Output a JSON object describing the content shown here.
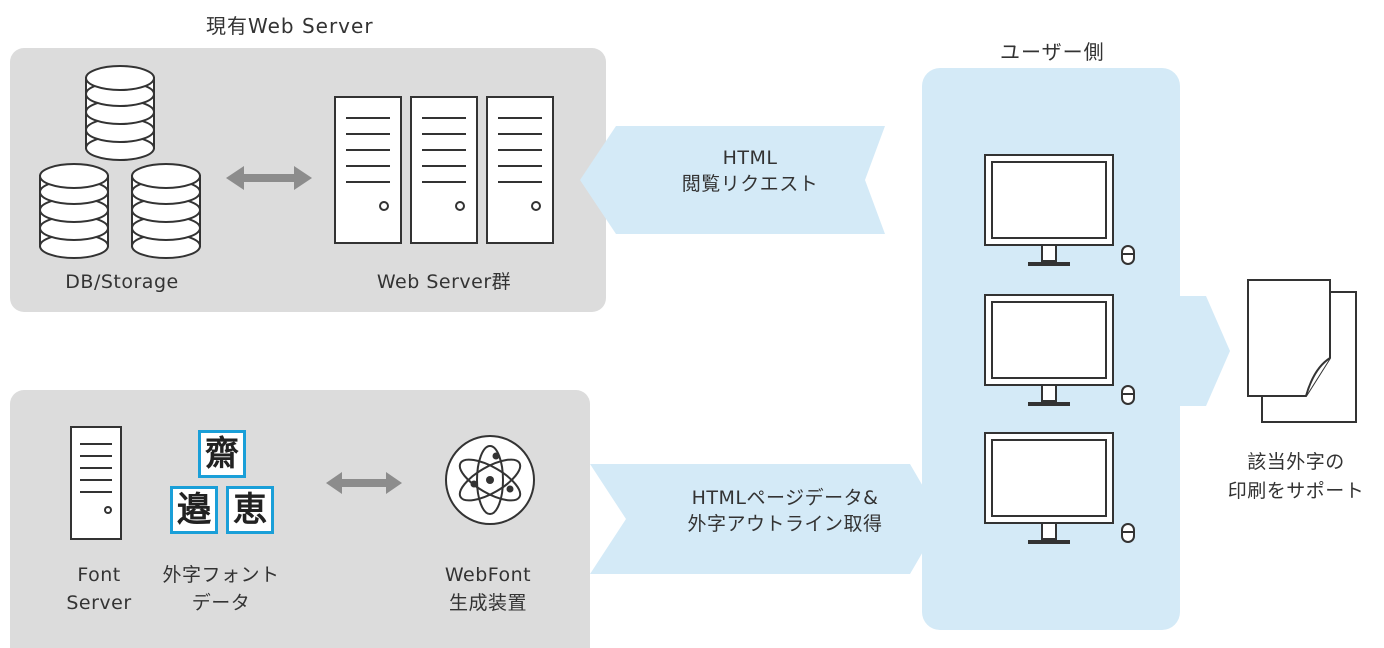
{
  "top_group": {
    "title": "現有Web Server",
    "db_label": "DB/Storage",
    "web_label": "Web Server群"
  },
  "bottom_group": {
    "font_server_label": "Font\nServer",
    "gaiji_label": "外字フォント\nデータ",
    "gaiji_chars": [
      "齋",
      "邉",
      "恵"
    ],
    "webfont_label": "WebFont\n生成装置"
  },
  "user_group": {
    "title": "ユーザー側"
  },
  "arrows": {
    "request_label": "HTML\n閲覧リクエスト",
    "response_label": "HTMLページデータ&\n外字アウトライン取得"
  },
  "output": {
    "label": "該当外字の\n印刷をサポート"
  },
  "colors": {
    "panel_gray": "#dcdcdc",
    "panel_blue": "#d4eaf7",
    "arrow_blue": "#d4eaf7",
    "kanji_border": "#1a9fd8",
    "double_arrow": "#8c8c8c"
  }
}
